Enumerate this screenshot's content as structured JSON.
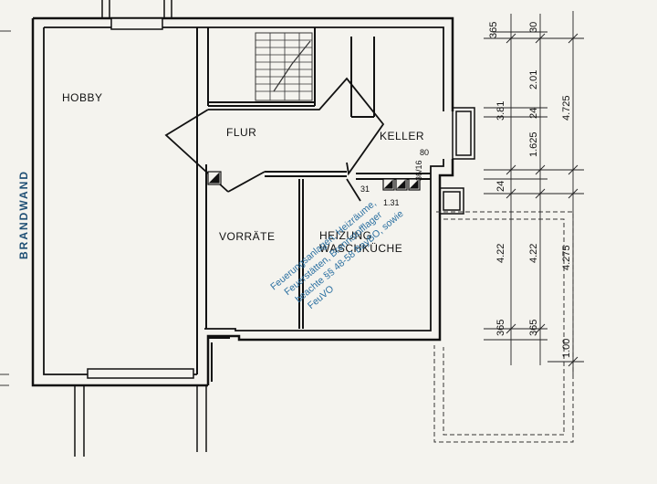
{
  "rooms": {
    "hobby": "HOBBY",
    "flur": "FLUR",
    "keller": "KELLER",
    "vorraete": "VORRÄTE",
    "heizung": "HEIZUNG",
    "waschkueche": "WASCHKÜCHE"
  },
  "wall_label": "BRANDWAND",
  "small_dims": {
    "d80": "80",
    "d31a": "31",
    "d131": "1.31",
    "d3616": "36/16"
  },
  "dimensions": {
    "d365_top": "365",
    "d30": "30",
    "d381": "3.81",
    "d201": "2.01",
    "d4725": "4.725",
    "d24_mid": "24",
    "d1625": "1.625",
    "d24_left": "24",
    "d422_a": "4.22",
    "d422_b": "4.22",
    "d4275": "4.275",
    "d365_a": "365",
    "d365_b": "365",
    "d100": "1.00"
  },
  "stamp_lines": [
    "Feuerungsanlagen, Heizräume,",
    "Feuerstätten, Brennstofflager",
    "beachte §§ 48-58 BayBO, sowie",
    "FeuVO"
  ],
  "colors": {
    "ink": "#111111",
    "stamp": "#2a6fa0",
    "brandwand": "#1f4f74",
    "paper": "#f4f3ee"
  }
}
